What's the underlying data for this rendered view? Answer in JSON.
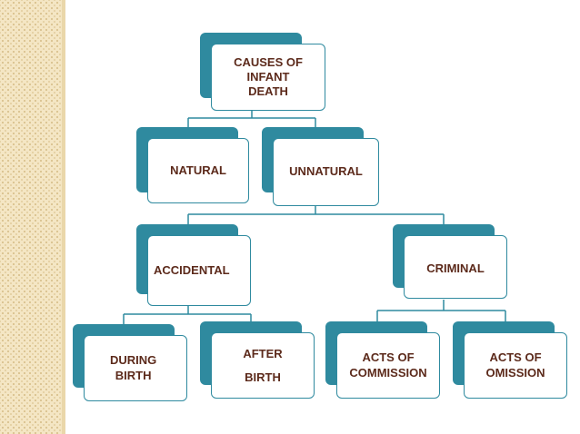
{
  "diagram": {
    "root": {
      "label": "CAUSES OF\nINFANT\nDEATH"
    },
    "natural": {
      "label": "NATURAL"
    },
    "unnatural": {
      "label": "UNNATURAL"
    },
    "accidental": {
      "label": "ACCIDENTAL"
    },
    "criminal": {
      "label": "CRIMINAL"
    },
    "during_birth": {
      "label": "DURING\nBIRTH"
    },
    "after_birth": {
      "label": "AFTER\n\nBIRTH"
    },
    "acts_of_commission": {
      "label": "ACTS OF\nCOMMISSION"
    },
    "acts_of_omission": {
      "label": "ACTS OF\nOMISSION"
    }
  },
  "colors": {
    "node_accent": "#2f8a9f",
    "text": "#5c2a1b",
    "connector": "#2f8a9f",
    "side_strip": "#f4e6c4"
  }
}
